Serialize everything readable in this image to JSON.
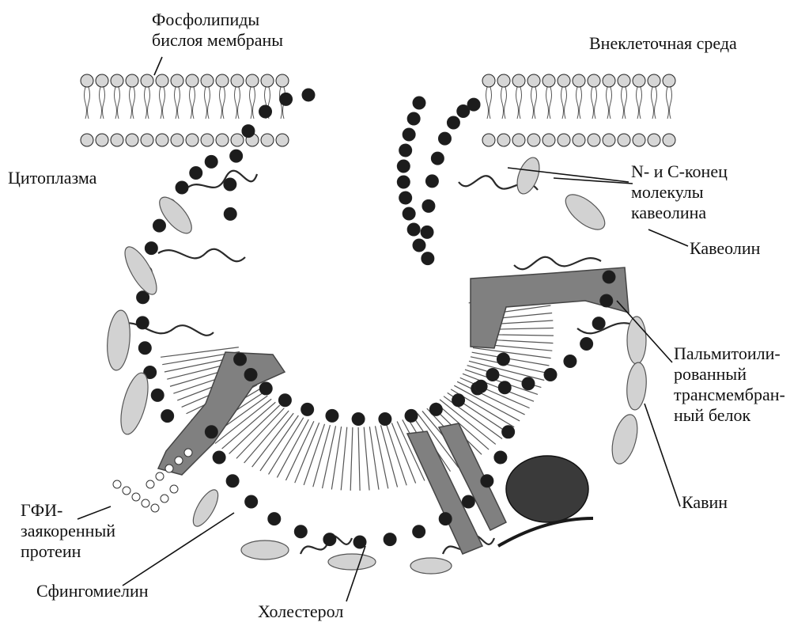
{
  "labels": {
    "phospholipids": [
      "Фосфолипиды",
      "бислоя мембраны"
    ],
    "extracellular": "Внеклеточная среда",
    "cytoplasm": "Цитоплазма",
    "caveolin_termini": [
      "N- и С-конец",
      "молекулы",
      "кавеолина"
    ],
    "caveolin": "Кавеолин",
    "palmitoylated_protein": [
      "Пальмитоили-",
      "рованный",
      "трансмембран-",
      "ный белок"
    ],
    "cavin": "Кавин",
    "gpi_protein": [
      "ГФИ-",
      "заякоренный",
      "протеин"
    ],
    "sphingomyelin": "Сфингомиелин",
    "cholesterol": "Холестерол"
  },
  "colors": {
    "outer_head": "#d6d6d6",
    "inner_head": "#1c1c1c",
    "tail": "#555555",
    "protein": "#808080",
    "cavin": "#d2d2d2",
    "dark_protein": "#3a3a3a"
  }
}
